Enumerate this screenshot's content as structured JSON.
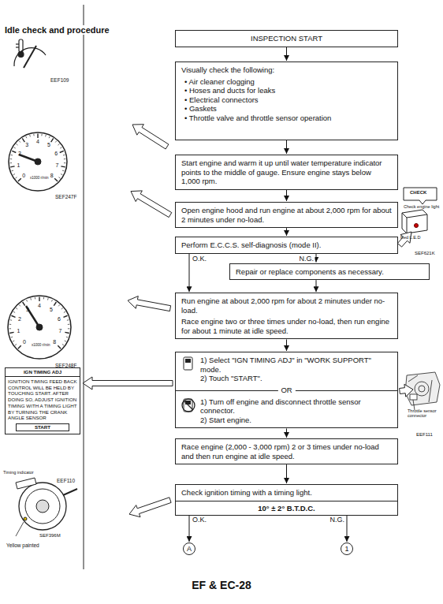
{
  "diagram": {
    "title": "Idle check and procedure",
    "caption": "EF & EC-28",
    "nodes": [
      {
        "text": [
          "INSPECTION START"
        ]
      },
      {
        "text": [
          "Visually check the following:",
          "• Air cleaner clogging",
          "• Hoses and ducts for leaks",
          "• Electrical connectors",
          "• Gaskets",
          "• Throttle valve and throttle sensor operation"
        ]
      },
      {
        "text": [
          "Start engine and warm it up until water temperature indicator points to the middle of gauge. Ensure engine stays below 1,000 rpm."
        ]
      },
      {
        "text": [
          "Open engine hood and run engine at about 2,000 rpm for about 2 minutes under no-load."
        ]
      },
      {
        "text": [
          "Perform E.C.C.S. self-diagnosis (mode II)."
        ]
      },
      {
        "text": [
          "Repair or replace components as necessary."
        ]
      },
      {
        "text": [
          "Run engine at about 2,000 rpm for about 2 minutes under no-load.",
          "Race engine two or three times under no-load, then run engine for about 1 minute at idle speed."
        ]
      },
      {
        "text": [
          "1) Select \"IGN TIMING ADJ\" in \"WORK SUPPORT\" mode.",
          "2) Touch \"START\".",
          "OR",
          "1) Turn off engine and disconnect throttle sensor connector.",
          "2) Start engine."
        ]
      },
      {
        "text": [
          "Race engine (2,000 - 3,000 rpm) 2 or 3 times under no-load and then run engine at idle speed."
        ]
      },
      {
        "text": [
          "Check ignition timing with a timing light."
        ]
      },
      {
        "text": [
          "10° ± 2° B.T.D.C."
        ],
        "in": 9
      },
      {
        "text": [
          "A"
        ]
      },
      {
        "text": [
          "1"
        ]
      },
      {
        "text": [
          "IGN TIMING ADJ",
          "IGNITION TIMING FEED BACK CONTROL WILL BE HELD BY TOUCHING START. AFTER DOING SO, ADJUST IGNITION TIMING WITH A TIMING LIGHT BY TURNING THE CRANK ANGLE SENSOR"
        ]
      },
      {
        "text": [
          "START"
        ],
        "in": 13
      }
    ],
    "edges": [
      {
        "from": 0,
        "to": 1,
        "arrow": "to"
      },
      {
        "from": 1,
        "to": 2,
        "arrow": "to"
      },
      {
        "from": 2,
        "to": 3,
        "arrow": "to"
      },
      {
        "from": 3,
        "to": 4,
        "arrow": "to"
      },
      {
        "from": 4,
        "to": 6,
        "label": "O.K.",
        "arrow": "to"
      },
      {
        "from": 4,
        "to": 5,
        "label": "N.G.",
        "arrow": "to"
      },
      {
        "from": 5,
        "to": 6,
        "arrow": "to"
      },
      {
        "from": 6,
        "to": 7,
        "arrow": "to"
      },
      {
        "from": 7,
        "to": 8,
        "arrow": "to"
      },
      {
        "from": 8,
        "to": 9,
        "arrow": "to"
      },
      {
        "from": 10,
        "to": 11,
        "label": "O.K.",
        "arrow": "to"
      },
      {
        "from": 10,
        "to": 12,
        "label": "N.G.",
        "arrow": "to"
      },
      {
        "from": 7,
        "to": 13,
        "arrow": "to"
      }
    ],
    "labels": [
      "EEF109",
      "SEF247F",
      "SEF621K",
      "Red L.E.D",
      "CHECK",
      "Check engine light",
      "SEF248F",
      "EEF110",
      "EEF111",
      "Throttle sensor connector",
      "SEF396M",
      "Timing indicator",
      "Yellow painted",
      "x1000 r/min",
      "x1000 r/min",
      "0",
      "1",
      "2",
      "3",
      "4",
      "5",
      "6",
      "7",
      "8",
      "0",
      "1",
      "2",
      "3",
      "4",
      "5",
      "6",
      "7",
      "8"
    ]
  }
}
